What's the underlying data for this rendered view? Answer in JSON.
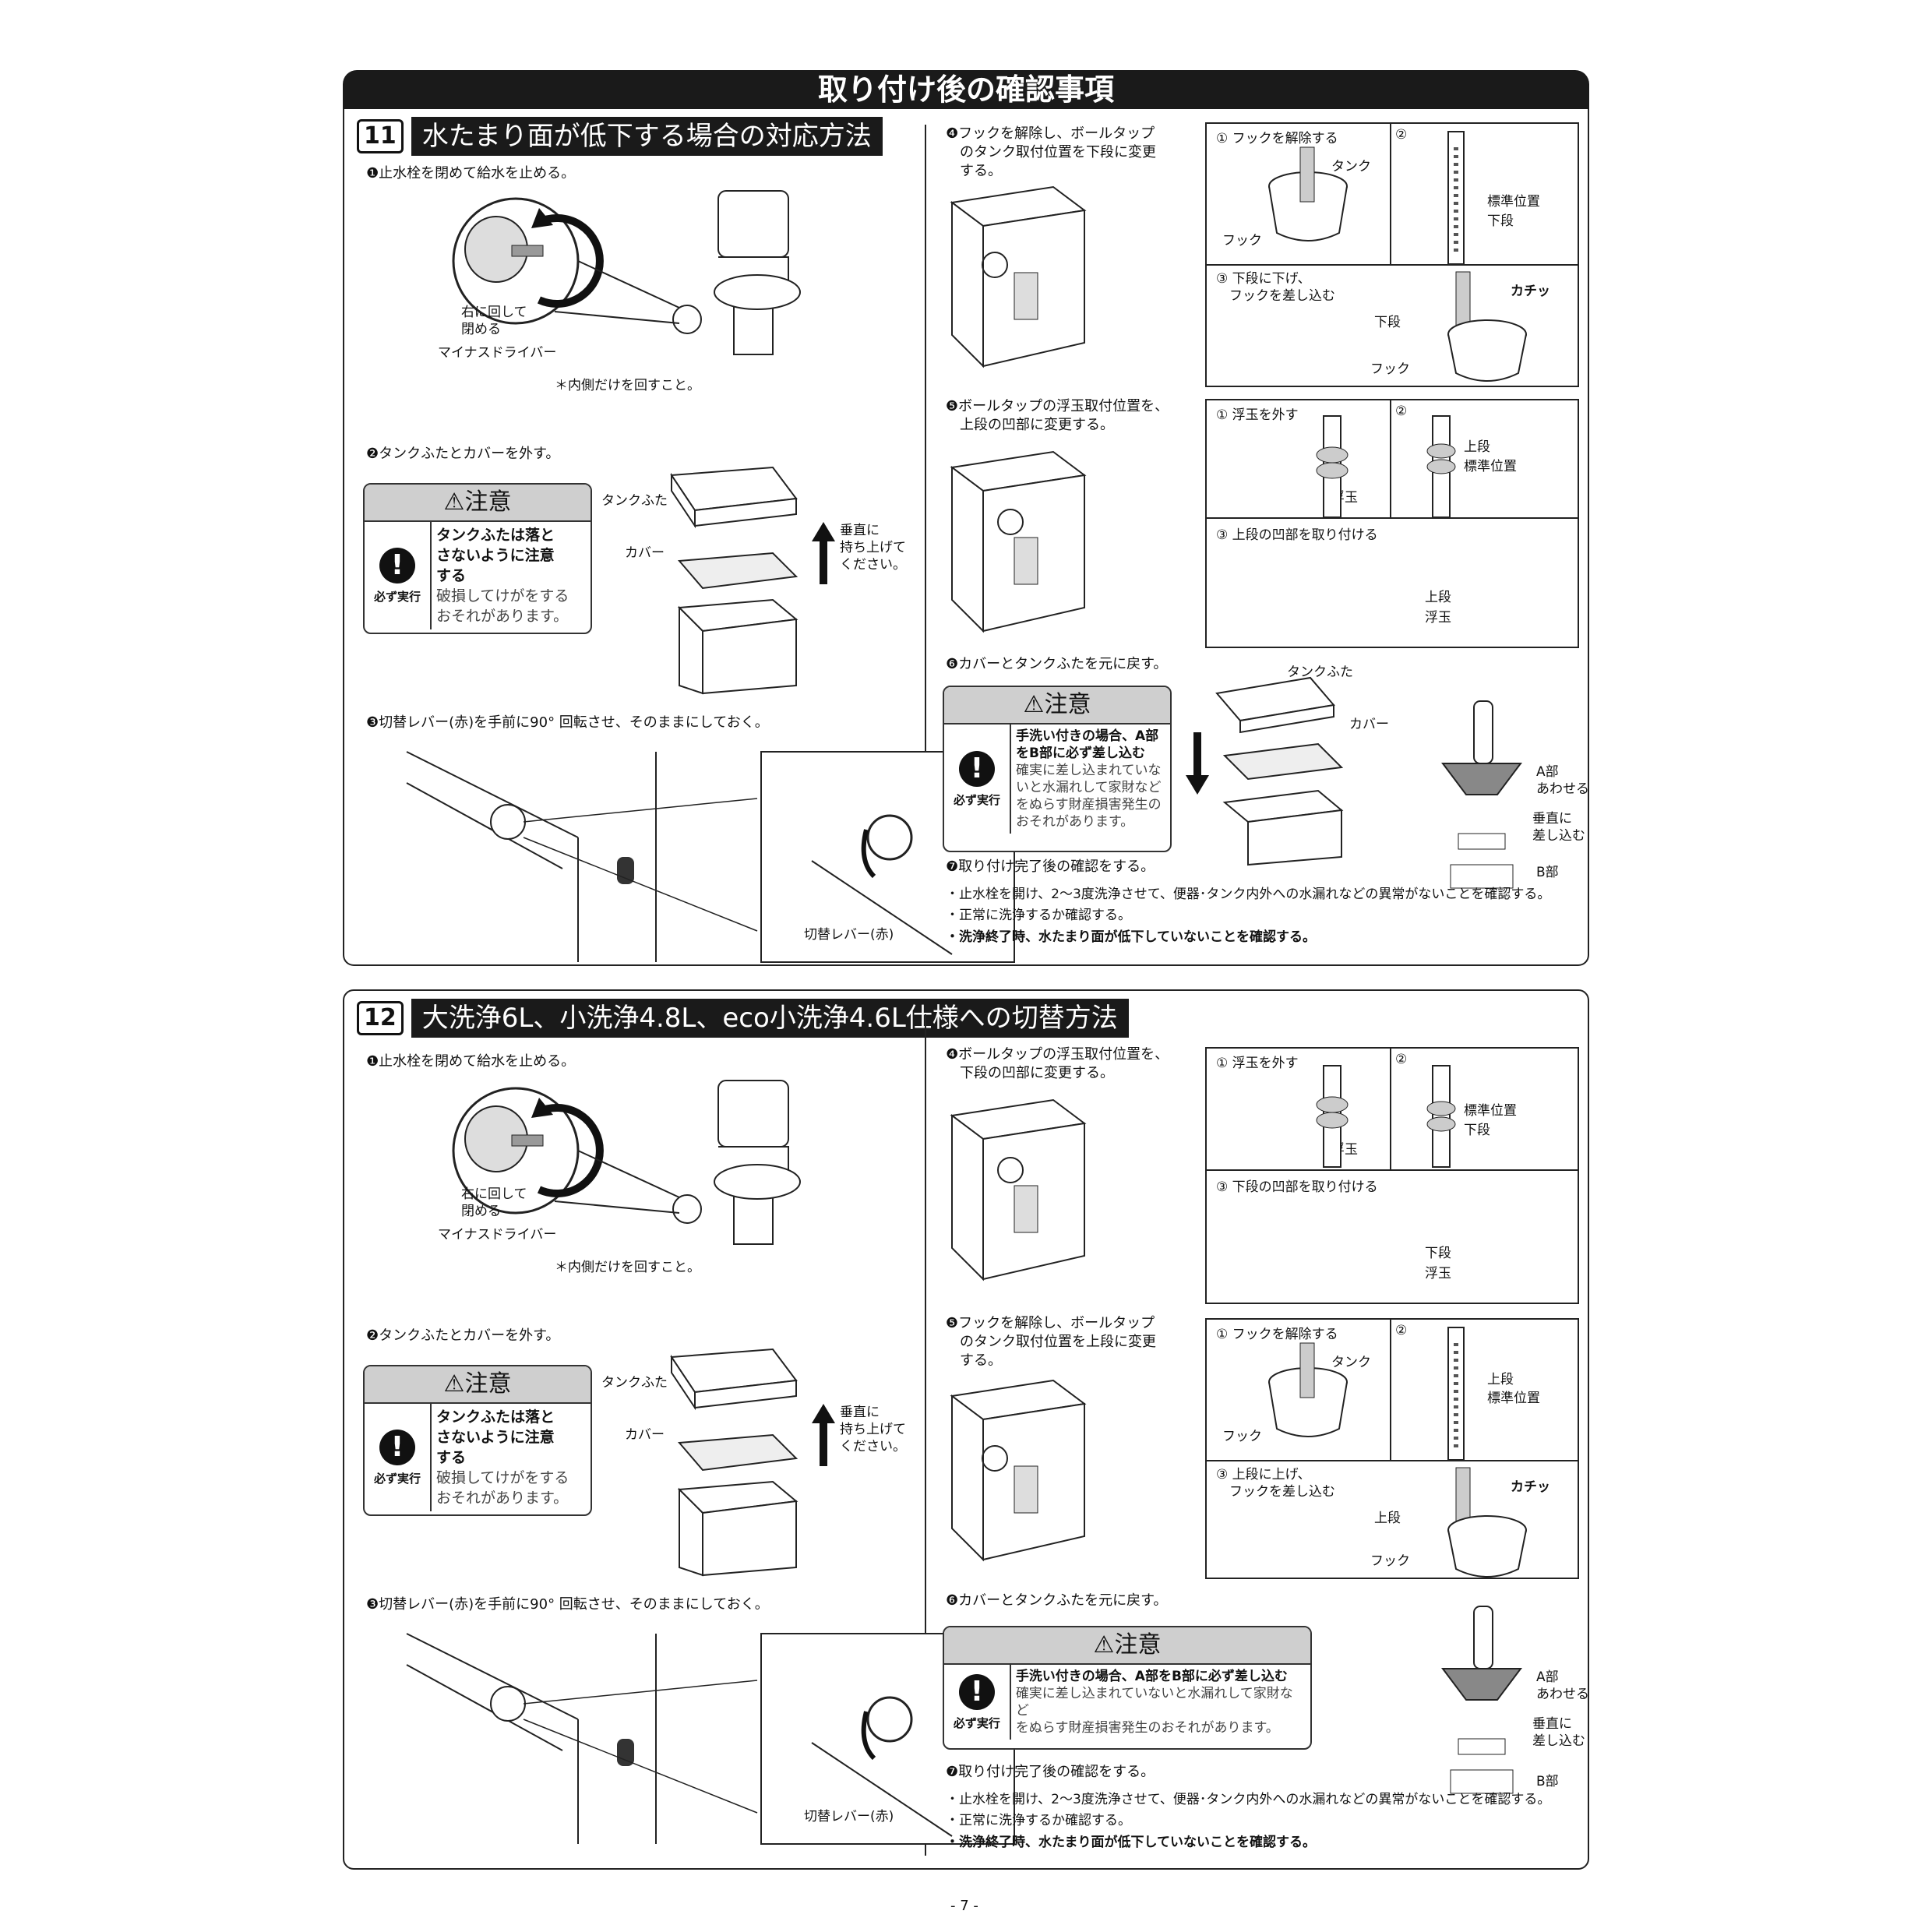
{
  "page_title": "取り付け後の確認事項",
  "page_number": "- 7 -",
  "labels": {
    "caution": "注意",
    "must_do": "必ず実行",
    "turn_right": "右に回して\n閉める",
    "screwdriver": "マイナスドライバー",
    "inner_only": "＊内側だけを回すこと。",
    "tank_lid": "タンクふた",
    "cover": "カバー",
    "lift_vertical": "垂直に\n持ち上げて\nください。",
    "switch_lever": "切替レバー(赤)",
    "tank": "タンク",
    "hook": "フック",
    "std_pos": "標準位置",
    "lower": "下段",
    "upper": "上段",
    "float": "浮玉",
    "click": "カチッ",
    "part_a": "A部\nあわせる",
    "part_b": "B部",
    "insert_vertical": "垂直に\n差し込む",
    "sub1_release": "① フックを解除する",
    "sub2": "②",
    "sub1_float": "① 浮玉を外す"
  },
  "sections": [
    {
      "number": "11",
      "title": "水たまり面が低下する場合の対応方法",
      "steps_left": [
        "❶止水栓を閉めて給水を止める。",
        "❷タンクふたとカバーを外す。",
        "❸切替レバー(赤)を手前に90° 回転させ、そのままにしておく。"
      ],
      "caution1_main": "タンクふたは落と\nさないように注意\nする",
      "caution1_sub": "破損してけがをする\nおそれがあります。",
      "step4": "❹フックを解除し、ボールタップ\n　のタンク取付位置を下段に変更\n　する。",
      "step4_sub3": "③ 下段に下げ、\n　フックを差し込む",
      "step5": "❺ボールタップの浮玉取付位置を、\n　上段の凹部に変更する。",
      "step5_sub3": "③ 上段の凹部を取り付ける",
      "step6": "❻カバーとタンクふたを元に戻す。",
      "caution2_main": "手洗い付きの場合、A部\nをB部に必ず差し込む",
      "caution2_sub": "確実に差し込まれていな\nいと水漏れして家財など\nをぬらす財産損害発生の\nおそれがあります。",
      "step7": "❼取り付け完了後の確認をする。",
      "checks": [
        "・止水栓を開け、2～3度洗浄させて、便器･タンク内外への水漏れなどの異常がないことを確認する。",
        "・正常に洗浄するか確認する。",
        "・洗浄終了時、水たまり面が低下していないことを確認する。"
      ]
    },
    {
      "number": "12",
      "title": "大洗浄6L、小洗浄4.8L、eco小洗浄4.6L仕様への切替方法",
      "steps_left": [
        "❶止水栓を閉めて給水を止める。",
        "❷タンクふたとカバーを外す。",
        "❸切替レバー(赤)を手前に90° 回転させ、そのままにしておく。"
      ],
      "caution1_main": "タンクふたは落と\nさないように注意\nする",
      "caution1_sub": "破損してけがをする\nおそれがあります。",
      "step4": "❹ボールタップの浮玉取付位置を、\n　下段の凹部に変更する。",
      "step4_sub3": "③ 下段の凹部を取り付ける",
      "step5": "❺フックを解除し、ボールタップ\n　のタンク取付位置を上段に変更\n　する。",
      "step5_sub3": "③ 上段に上げ、\n　フックを差し込む",
      "step6": "❻カバーとタンクふたを元に戻す。",
      "caution2_main": "手洗い付きの場合、A部をB部に必ず差し込む",
      "caution2_sub": "確実に差し込まれていないと水漏れして家財など\nをぬらす財産損害発生のおそれがあります。",
      "step7": "❼取り付け完了後の確認をする。",
      "checks": [
        "・止水栓を開け、2～3度洗浄させて、便器･タンク内外への水漏れなどの異常がないことを確認する。",
        "・正常に洗浄するか確認する。",
        "・洗浄終了時、水たまり面が低下していないことを確認する。"
      ]
    }
  ]
}
